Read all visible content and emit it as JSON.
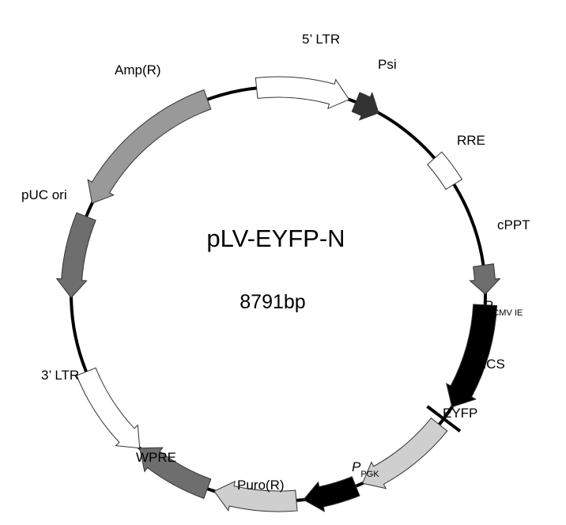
{
  "plasmid": {
    "name": "pLV-EYFP-N",
    "size": "8791bp"
  },
  "features": [
    {
      "id": "ltr5",
      "label": "5’ LTR",
      "shape": "arrow",
      "color": "#ffffff"
    },
    {
      "id": "psi",
      "label": "Psi",
      "shape": "arrow",
      "color": "#333333"
    },
    {
      "id": "rre",
      "label": "RRE",
      "shape": "box",
      "color": "#ffffff"
    },
    {
      "id": "cppt",
      "label": "cPPT",
      "shape": "arrow",
      "color": "#6e6e6e"
    },
    {
      "id": "pcmv",
      "label": "P",
      "sublabel": "CMV IE",
      "italic": true,
      "shape": "arrow",
      "color": "#000000"
    },
    {
      "id": "mcs",
      "label": "MCS",
      "shape": "tick",
      "color": "#000000"
    },
    {
      "id": "eyfp",
      "label": "EYFP",
      "shape": "arrow",
      "color": "#cfcfcf"
    },
    {
      "id": "ppgk",
      "label": "P",
      "sublabel": "PGK",
      "italic": true,
      "shape": "arrow",
      "color": "#000000"
    },
    {
      "id": "puro",
      "label": "Puro(R)",
      "shape": "arrow",
      "color": "#cfcfcf"
    },
    {
      "id": "wpre",
      "label": "WPRE",
      "shape": "arrow",
      "color": "#6e6e6e"
    },
    {
      "id": "ltr3",
      "label": "3’ LTR",
      "shape": "arrow",
      "color": "#ffffff"
    },
    {
      "id": "puc",
      "label": "pUC ori",
      "shape": "arrow",
      "color": "#6e6e6e"
    },
    {
      "id": "amp",
      "label": "Amp(R)",
      "shape": "arrow",
      "color": "#999999"
    }
  ]
}
